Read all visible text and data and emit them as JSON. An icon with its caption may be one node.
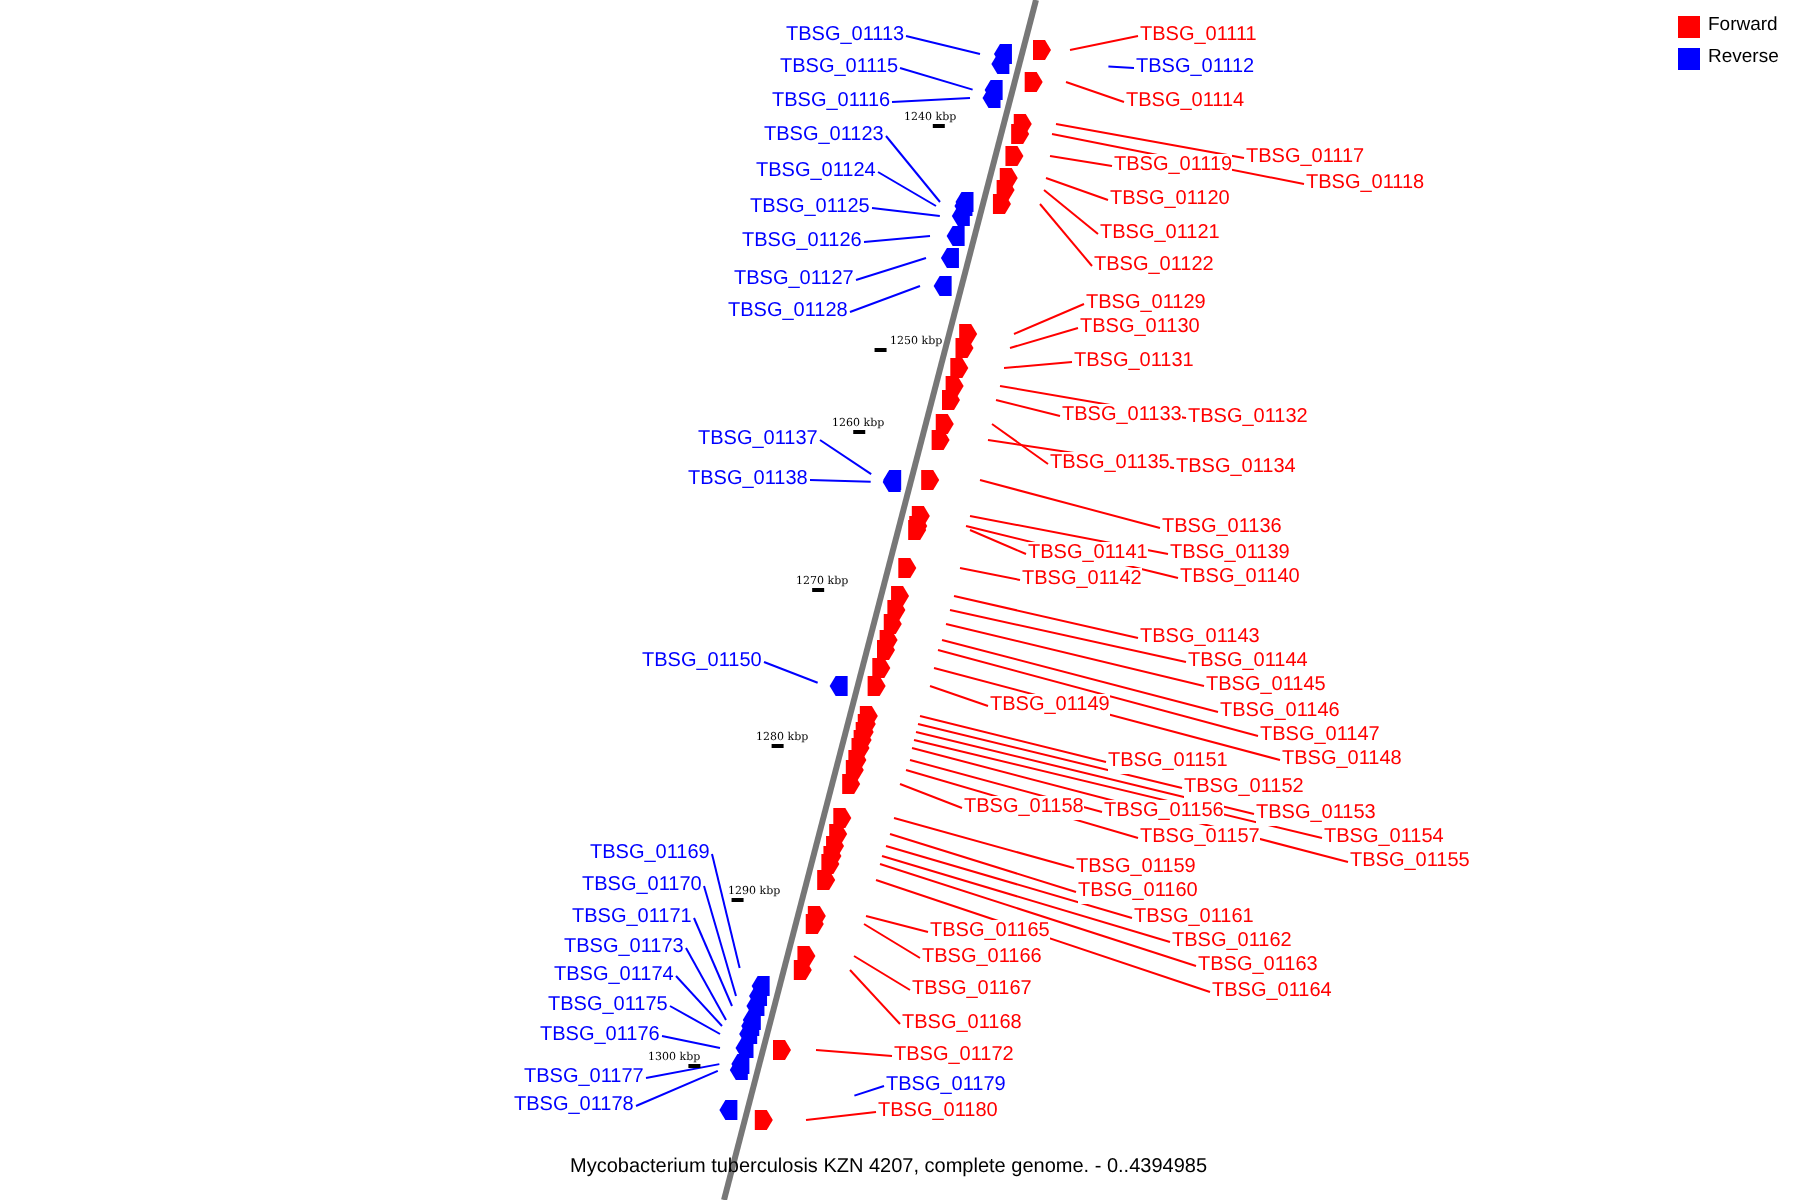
{
  "diagram": {
    "caption": "Mycobacterium tuberculosis KZN 4207, complete genome. - 0..4394985",
    "nodes": [
      {
        "text": [
          "TBSG_01113"
        ]
      },
      {
        "text": [
          "TBSG_01111"
        ]
      },
      {
        "text": [
          "TBSG_01115"
        ]
      },
      {
        "text": [
          "TBSG_01112"
        ]
      },
      {
        "text": [
          "TBSG_01116"
        ]
      },
      {
        "text": [
          "TBSG_01114"
        ]
      },
      {
        "text": [
          "TBSG_01123"
        ]
      },
      {
        "text": [
          "TBSG_01117"
        ]
      },
      {
        "text": [
          "TBSG_01119"
        ]
      },
      {
        "text": [
          "TBSG_01124"
        ]
      },
      {
        "text": [
          "TBSG_01118"
        ]
      },
      {
        "text": [
          "TBSG_01120"
        ]
      },
      {
        "text": [
          "TBSG_01125"
        ]
      },
      {
        "text": [
          "TBSG_01121"
        ]
      },
      {
        "text": [
          "TBSG_01126"
        ]
      },
      {
        "text": [
          "TBSG_01122"
        ]
      },
      {
        "text": [
          "TBSG_01127"
        ]
      },
      {
        "text": [
          "TBSG_01129"
        ]
      },
      {
        "text": [
          "TBSG_01128"
        ]
      },
      {
        "text": [
          "TBSG_01130"
        ]
      },
      {
        "text": [
          "TBSG_01131"
        ]
      },
      {
        "text": [
          "TBSG_01133"
        ]
      },
      {
        "text": [
          "TBSG_01132"
        ]
      },
      {
        "text": [
          "TBSG_01137"
        ]
      },
      {
        "text": [
          "TBSG_01135"
        ]
      },
      {
        "text": [
          "TBSG_01134"
        ]
      },
      {
        "text": [
          "TBSG_01138"
        ]
      },
      {
        "text": [
          "TBSG_01136"
        ]
      },
      {
        "text": [
          "TBSG_01141"
        ]
      },
      {
        "text": [
          "TBSG_01139"
        ]
      },
      {
        "text": [
          "TBSG_01142"
        ]
      },
      {
        "text": [
          "TBSG_01140"
        ]
      },
      {
        "text": [
          "TBSG_01143"
        ]
      },
      {
        "text": [
          "TBSG_01150"
        ]
      },
      {
        "text": [
          "TBSG_01144"
        ]
      },
      {
        "text": [
          "TBSG_01145"
        ]
      },
      {
        "text": [
          "TBSG_01149"
        ]
      },
      {
        "text": [
          "TBSG_01146"
        ]
      },
      {
        "text": [
          "TBSG_01147"
        ]
      },
      {
        "text": [
          "TBSG_01148"
        ]
      },
      {
        "text": [
          "TBSG_01151"
        ]
      },
      {
        "text": [
          "TBSG_01152"
        ]
      },
      {
        "text": [
          "TBSG_01158"
        ]
      },
      {
        "text": [
          "TBSG_01156"
        ]
      },
      {
        "text": [
          "TBSG_01153"
        ]
      },
      {
        "text": [
          "TBSG_01157"
        ]
      },
      {
        "text": [
          "TBSG_01154"
        ]
      },
      {
        "text": [
          "TBSG_01169"
        ]
      },
      {
        "text": [
          "TBSG_01155"
        ]
      },
      {
        "text": [
          "TBSG_01159"
        ]
      },
      {
        "text": [
          "TBSG_01170"
        ]
      },
      {
        "text": [
          "TBSG_01160"
        ]
      },
      {
        "text": [
          "TBSG_01171"
        ]
      },
      {
        "text": [
          "TBSG_01161"
        ]
      },
      {
        "text": [
          "TBSG_01165"
        ]
      },
      {
        "text": [
          "TBSG_01162"
        ]
      },
      {
        "text": [
          "TBSG_01173"
        ]
      },
      {
        "text": [
          "TBSG_01166"
        ]
      },
      {
        "text": [
          "TBSG_01163"
        ]
      },
      {
        "text": [
          "TBSG_01174"
        ]
      },
      {
        "text": [
          "TBSG_01167"
        ]
      },
      {
        "text": [
          "TBSG_01164"
        ]
      },
      {
        "text": [
          "TBSG_01175"
        ]
      },
      {
        "text": [
          "TBSG_01168"
        ]
      },
      {
        "text": [
          "TBSG_01176"
        ]
      },
      {
        "text": [
          "TBSG_01172"
        ]
      },
      {
        "text": [
          "TBSG_01177"
        ]
      },
      {
        "text": [
          "TBSG_01179"
        ]
      },
      {
        "text": [
          "TBSG_01178"
        ]
      },
      {
        "text": [
          "TBSG_01180"
        ]
      }
    ],
    "edges": [
      {
        "from": 0,
        "to": null,
        "arrow": "none",
        "color": "#0000ff"
      },
      {
        "from": 1,
        "to": null,
        "arrow": "none"
      },
      {
        "from": 2,
        "to": null,
        "arrow": "none",
        "color": "#0000ff"
      },
      {
        "from": 3,
        "to": null,
        "arrow": "none",
        "color": "#0000ff"
      },
      {
        "from": 4,
        "to": null,
        "arrow": "none",
        "color": "#0000ff"
      },
      {
        "from": 5,
        "to": null,
        "arrow": "none"
      },
      {
        "from": 6,
        "to": null,
        "arrow": "none",
        "color": "#0000ff"
      },
      {
        "from": 7,
        "to": null,
        "arrow": "none"
      },
      {
        "from": 8,
        "to": null,
        "arrow": "none"
      },
      {
        "from": 9,
        "to": null,
        "arrow": "none",
        "color": "#0000ff"
      },
      {
        "from": 10,
        "to": null,
        "arrow": "none"
      },
      {
        "from": 11,
        "to": null,
        "arrow": "none"
      },
      {
        "from": 12,
        "to": null,
        "arrow": "none",
        "color": "#0000ff"
      },
      {
        "from": 13,
        "to": null,
        "arrow": "none"
      },
      {
        "from": 14,
        "to": null,
        "arrow": "none",
        "color": "#0000ff"
      },
      {
        "from": 15,
        "to": null,
        "arrow": "none"
      },
      {
        "from": 16,
        "to": null,
        "arrow": "none",
        "color": "#0000ff"
      },
      {
        "from": 17,
        "to": null,
        "arrow": "none"
      },
      {
        "from": 18,
        "to": null,
        "arrow": "none",
        "color": "#0000ff"
      },
      {
        "from": 19,
        "to": null,
        "arrow": "none"
      },
      {
        "from": 20,
        "to": null,
        "arrow": "none"
      },
      {
        "from": 21,
        "to": null,
        "arrow": "none"
      },
      {
        "from": 22,
        "to": null,
        "arrow": "none"
      },
      {
        "from": 23,
        "to": null,
        "arrow": "none",
        "color": "#0000ff"
      },
      {
        "from": 24,
        "to": null,
        "arrow": "none"
      },
      {
        "from": 25,
        "to": null,
        "arrow": "none"
      },
      {
        "from": 26,
        "to": null,
        "arrow": "none",
        "color": "#0000ff"
      },
      {
        "from": 27,
        "to": null,
        "arrow": "none"
      },
      {
        "from": 28,
        "to": null,
        "arrow": "none"
      },
      {
        "from": 29,
        "to": null,
        "arrow": "none"
      },
      {
        "from": 30,
        "to": null,
        "arrow": "none"
      },
      {
        "from": 31,
        "to": null,
        "arrow": "none"
      },
      {
        "from": 32,
        "to": null,
        "arrow": "none"
      },
      {
        "from": 33,
        "to": null,
        "arrow": "none",
        "color": "#0000ff"
      },
      {
        "from": 34,
        "to": null,
        "arrow": "none"
      },
      {
        "from": 35,
        "to": null,
        "arrow": "none"
      },
      {
        "from": 36,
        "to": null,
        "arrow": "none"
      },
      {
        "from": 37,
        "to": null,
        "arrow": "none"
      },
      {
        "from": 38,
        "to": null,
        "arrow": "none"
      },
      {
        "from": 39,
        "to": null,
        "arrow": "none"
      },
      {
        "from": 40,
        "to": null,
        "arrow": "none"
      },
      {
        "from": 41,
        "to": null,
        "arrow": "none"
      },
      {
        "from": 42,
        "to": null,
        "arrow": "none"
      },
      {
        "from": 43,
        "to": null,
        "arrow": "none"
      },
      {
        "from": 44,
        "to": null,
        "arrow": "none"
      },
      {
        "from": 45,
        "to": null,
        "arrow": "none"
      },
      {
        "from": 46,
        "to": null,
        "arrow": "none"
      },
      {
        "from": 47,
        "to": null,
        "arrow": "none",
        "color": "#0000ff"
      },
      {
        "from": 48,
        "to": null,
        "arrow": "none"
      },
      {
        "from": 49,
        "to": null,
        "arrow": "none"
      },
      {
        "from": 50,
        "to": null,
        "arrow": "none",
        "color": "#0000ff"
      },
      {
        "from": 51,
        "to": null,
        "arrow": "none"
      },
      {
        "from": 52,
        "to": null,
        "arrow": "none",
        "color": "#0000ff"
      },
      {
        "from": 53,
        "to": null,
        "arrow": "none"
      },
      {
        "from": 54,
        "to": null,
        "arrow": "none"
      },
      {
        "from": 55,
        "to": null,
        "arrow": "none"
      },
      {
        "from": 56,
        "to": null,
        "arrow": "none",
        "color": "#0000ff"
      },
      {
        "from": 57,
        "to": null,
        "arrow": "none"
      },
      {
        "from": 58,
        "to": null,
        "arrow": "none"
      },
      {
        "from": 59,
        "to": null,
        "arrow": "none",
        "color": "#0000ff"
      },
      {
        "from": 60,
        "to": null,
        "arrow": "none"
      },
      {
        "from": 61,
        "to": null,
        "arrow": "none"
      },
      {
        "from": 62,
        "to": null,
        "arrow": "none",
        "color": "#0000ff"
      },
      {
        "from": 63,
        "to": null,
        "arrow": "none"
      },
      {
        "from": 64,
        "to": null,
        "arrow": "none",
        "color": "#0000ff"
      },
      {
        "from": 65,
        "to": null,
        "arrow": "none"
      },
      {
        "from": 66,
        "to": null,
        "arrow": "none",
        "color": "#0000ff"
      },
      {
        "from": 67,
        "to": null,
        "arrow": "none",
        "color": "#0000ff"
      },
      {
        "from": 68,
        "to": null,
        "arrow": "none",
        "color": "#0000ff"
      },
      {
        "from": 69,
        "to": null,
        "arrow": "none"
      }
    ],
    "labels": [
      "1240 kbp",
      "1250 kbp",
      "1260 kbp",
      "1270 kbp",
      "1280 kbp",
      "1290 kbp",
      "1300 kbp"
    ],
    "legend": [
      {
        "text": "Forward",
        "color": "#ff0000"
      },
      {
        "text": "Reverse",
        "color": "#0000ff"
      }
    ]
  }
}
